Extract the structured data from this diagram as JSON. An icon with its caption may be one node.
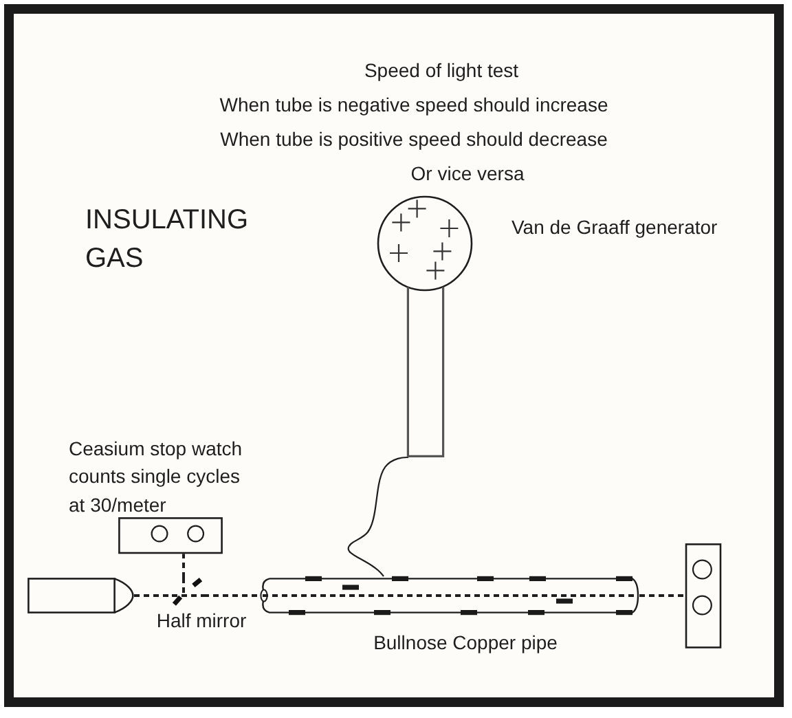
{
  "diagram": {
    "title": "Speed of light test",
    "nodes": [
      {
        "text": [],
        "shape": "picture",
        "beside": [
          "Van de Graaff generator"
        ]
      },
      {
        "text": [],
        "shape": "box",
        "beside": [
          "Ceasium stop watch counts single cycles at 30/meter"
        ]
      },
      {
        "text": [],
        "shape": "box"
      },
      {
        "text": [],
        "shape": "bar",
        "beside": [
          "Half mirror"
        ]
      },
      {
        "text": [],
        "shape": "cylinder",
        "beside": [
          "Bullnose Copper pipe"
        ]
      },
      {
        "text": [],
        "shape": "box"
      }
    ],
    "edges": [
      {
        "from": 2,
        "to": 3,
        "arrow": "none",
        "style": "dashed"
      },
      {
        "from": 3,
        "to": 1,
        "arrow": "none",
        "style": "dashed"
      },
      {
        "from": 3,
        "to": 4,
        "arrow": "none",
        "style": "dashed"
      },
      {
        "from": 0,
        "to": 4,
        "arrow": "none"
      },
      {
        "from": 4,
        "to": 5,
        "arrow": "none",
        "style": "dashed"
      }
    ],
    "labels": [
      "When tube is negative speed should increase",
      "When tube is positive speed should decrease",
      "Or vice versa",
      "INSULATING GAS"
    ]
  }
}
